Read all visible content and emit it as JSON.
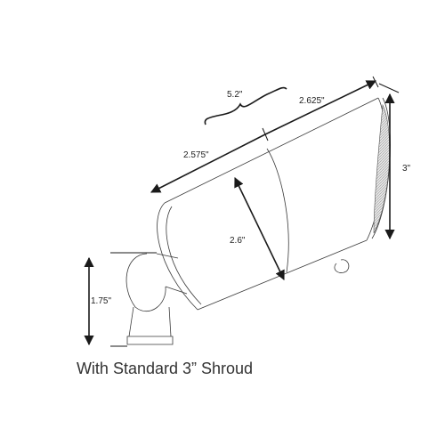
{
  "dimensions": {
    "overall_length": "5.2\"",
    "front_length": "2.625\"",
    "rear_length": "2.575\"",
    "lens_diameter": "3\"",
    "body_diameter": "2.6\"",
    "mount_height": "1.75\""
  },
  "caption": "With Standard 3” Shroud",
  "colors": {
    "line": "#1a1a1a",
    "lens": "#c8c8c8",
    "text": "#333333"
  }
}
